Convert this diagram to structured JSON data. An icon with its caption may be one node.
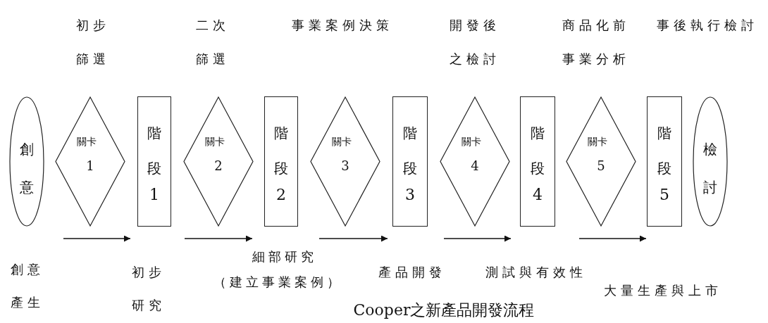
{
  "diagram": {
    "caption": "Cooper之新產品開發流程",
    "nodes": [
      {
        "text": [
          "創意"
        ]
      },
      {
        "text": [
          "關卡",
          "1"
        ],
        "beside": [
          "初步篩選"
        ]
      },
      {
        "text": [
          "階段",
          "1"
        ]
      },
      {
        "text": [
          "關卡",
          "2"
        ],
        "beside": [
          "二次篩選"
        ]
      },
      {
        "text": [
          "階段",
          "2"
        ]
      },
      {
        "text": [
          "關卡",
          "3"
        ]
      },
      {
        "text": [
          "階段",
          "3"
        ]
      },
      {
        "text": [
          "關卡",
          "4"
        ],
        "beside": [
          "開發後之檢討"
        ]
      },
      {
        "text": [
          "階段",
          "4"
        ]
      },
      {
        "text": [
          "關卡",
          "5"
        ],
        "beside": [
          "商品化前事業分析"
        ]
      },
      {
        "text": [
          "階段",
          "5"
        ]
      },
      {
        "text": [
          "檢討"
        ]
      }
    ],
    "labels": [
      "事業案例決策",
      "事後執行檢討",
      "創意產生",
      "初步研究",
      "細部研究（建立事業案例）",
      "產品開發",
      "測試與有效性",
      "大量生產與上市"
    ]
  }
}
